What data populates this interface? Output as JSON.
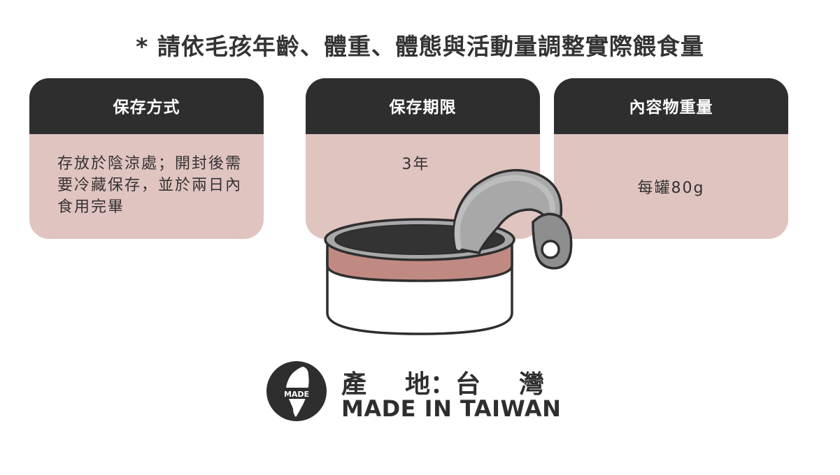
{
  "note": "* 請依毛孩年齡、體重、體態與活動量調整實際餵食量",
  "cards": [
    {
      "title": "保存方式",
      "lines": [
        "存放於陰涼處；開封後需",
        "要冷藏保存，並於兩日內",
        "食用完畢"
      ]
    },
    {
      "title": "保存期限",
      "lines": [
        "3年"
      ]
    },
    {
      "title": "內容物重量",
      "lines": [
        "每罐80g"
      ]
    }
  ],
  "origin": {
    "badge_text": "MADE",
    "zh_parts": [
      "產",
      "地：台",
      "灣"
    ],
    "en": "MADE IN TAIWAN"
  },
  "colors": {
    "dark": "#2e2e2e",
    "card_body": "#e0c4c0",
    "can_rim": "#c08a82",
    "lid": "#9e9e9e"
  },
  "icons": {
    "can": "open-can-icon",
    "badge": "taiwan-map-icon"
  }
}
